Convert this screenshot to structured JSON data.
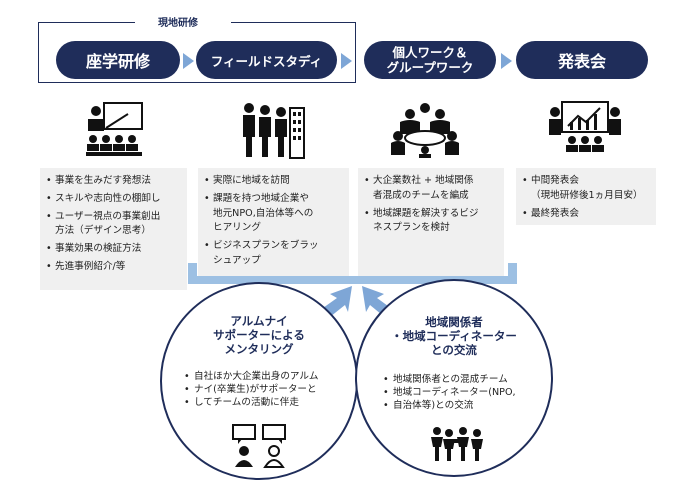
{
  "frame_label": "現地研修",
  "steps": [
    {
      "label": "座学研修"
    },
    {
      "label": "フィールドスタディ"
    },
    {
      "line1": "個人ワーク＆",
      "line2": "グループワーク"
    },
    {
      "label": "発表会"
    }
  ],
  "icons": [
    "lecture-icon",
    "field-study-icon",
    "group-work-icon",
    "presentation-icon"
  ],
  "boxes": [
    {
      "items": [
        "事業を生みだす発想法",
        "スキルや志向性の棚卸し",
        "ユーザー視点の事業創出",
        "方法（デザイン思考）",
        "事業効果の検証方法",
        "先進事例紹介/等"
      ]
    },
    {
      "items": [
        "実際に地域を訪問",
        "課題を持つ地域企業や",
        "地元NPO,自治体等への",
        "ヒアリング",
        "ビジネスプランをブラッ",
        "シュアップ"
      ]
    },
    {
      "items": [
        "大企業数社 + 地域関係",
        "者混成のチームを編成",
        "地域課題を解決するビジ",
        "ネスプランを検討"
      ]
    },
    {
      "items": [
        "中間発表会",
        "（現地研修後1ヵ月目安）",
        "最終発表会"
      ]
    }
  ],
  "circles": [
    {
      "title": [
        "アルムナイ",
        "サポーターによる",
        "メンタリング"
      ],
      "items": [
        "自社ほか大企業出身のアルム",
        "ナイ(卒業生)がサポーターと",
        "してチームの活動に伴走"
      ],
      "icon": "mentoring-chat-icon"
    },
    {
      "title": [
        "地域関係者",
        "・地域コーディネーター",
        "との交流"
      ],
      "items": [
        "地域関係者との混成チーム",
        "地域コーディネーター(NPO,",
        "自治体等)との交流"
      ],
      "icon": "teamwork-icon"
    }
  ],
  "colors": {
    "navy": "#1f2d5a",
    "light_blue": "#9dc0e3",
    "arrow_blue": "#7ea6d6",
    "box_gray": "#f0f0f0"
  }
}
